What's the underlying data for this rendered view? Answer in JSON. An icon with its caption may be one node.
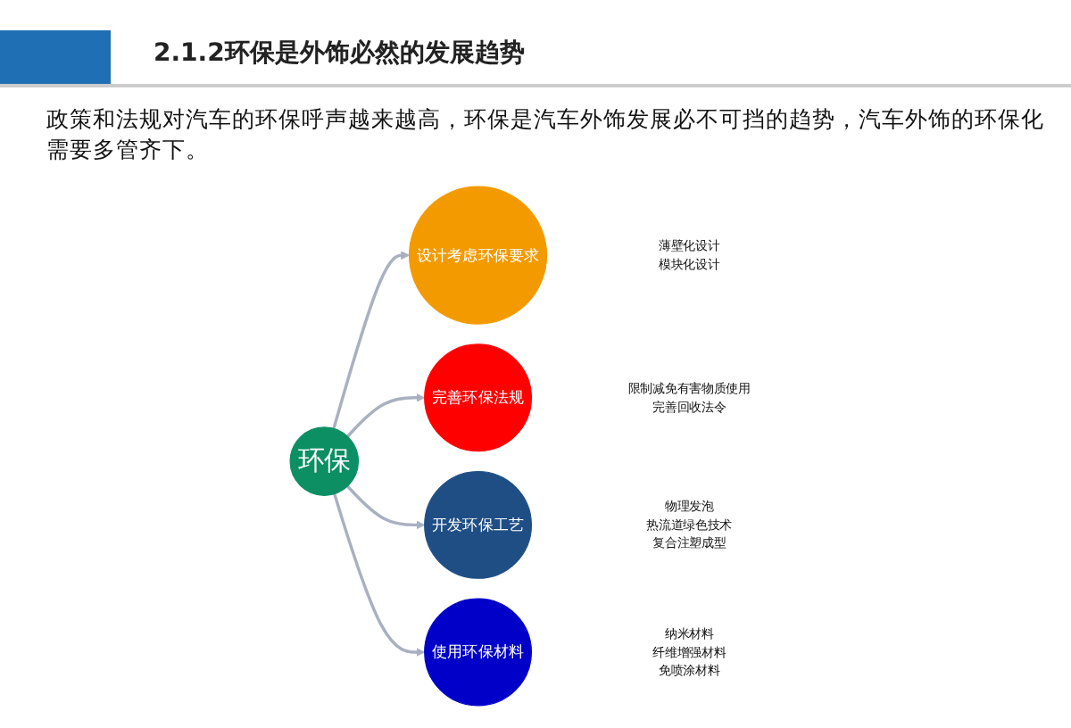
{
  "diagram": {
    "title": "2.1.2环保是外饰必然的发展趋势",
    "nodes": [
      {
        "text": [
          "环保"
        ]
      },
      {
        "text": [
          "设计考虑环保要求"
        ],
        "beside": [
          "薄壁化设计",
          "模块化设计"
        ]
      },
      {
        "text": [
          "完善环保法规"
        ],
        "beside": [
          "限制减免有害物质使用",
          "完善回收法令"
        ]
      },
      {
        "text": [
          "开发环保工艺"
        ],
        "beside": [
          "物理发泡",
          "热流道绿色技术",
          "复合注塑成型"
        ]
      },
      {
        "text": [
          "使用环保材料"
        ],
        "beside": [
          "纳米材料",
          "纤维增强材料",
          "免喷涂材料"
        ]
      }
    ],
    "edges": [
      {
        "from": 0,
        "to": 1,
        "arrow": "to"
      },
      {
        "from": 0,
        "to": 2,
        "arrow": "to"
      },
      {
        "from": 0,
        "to": 3,
        "arrow": "to"
      },
      {
        "from": 0,
        "to": 4,
        "arrow": "to"
      }
    ],
    "labels": [
      "政策和法规对汽车的环保呼声越来越高，环保是汽车外饰发展必不可挡的趋势，汽车外饰的环保化需要多管齐下。"
    ]
  }
}
